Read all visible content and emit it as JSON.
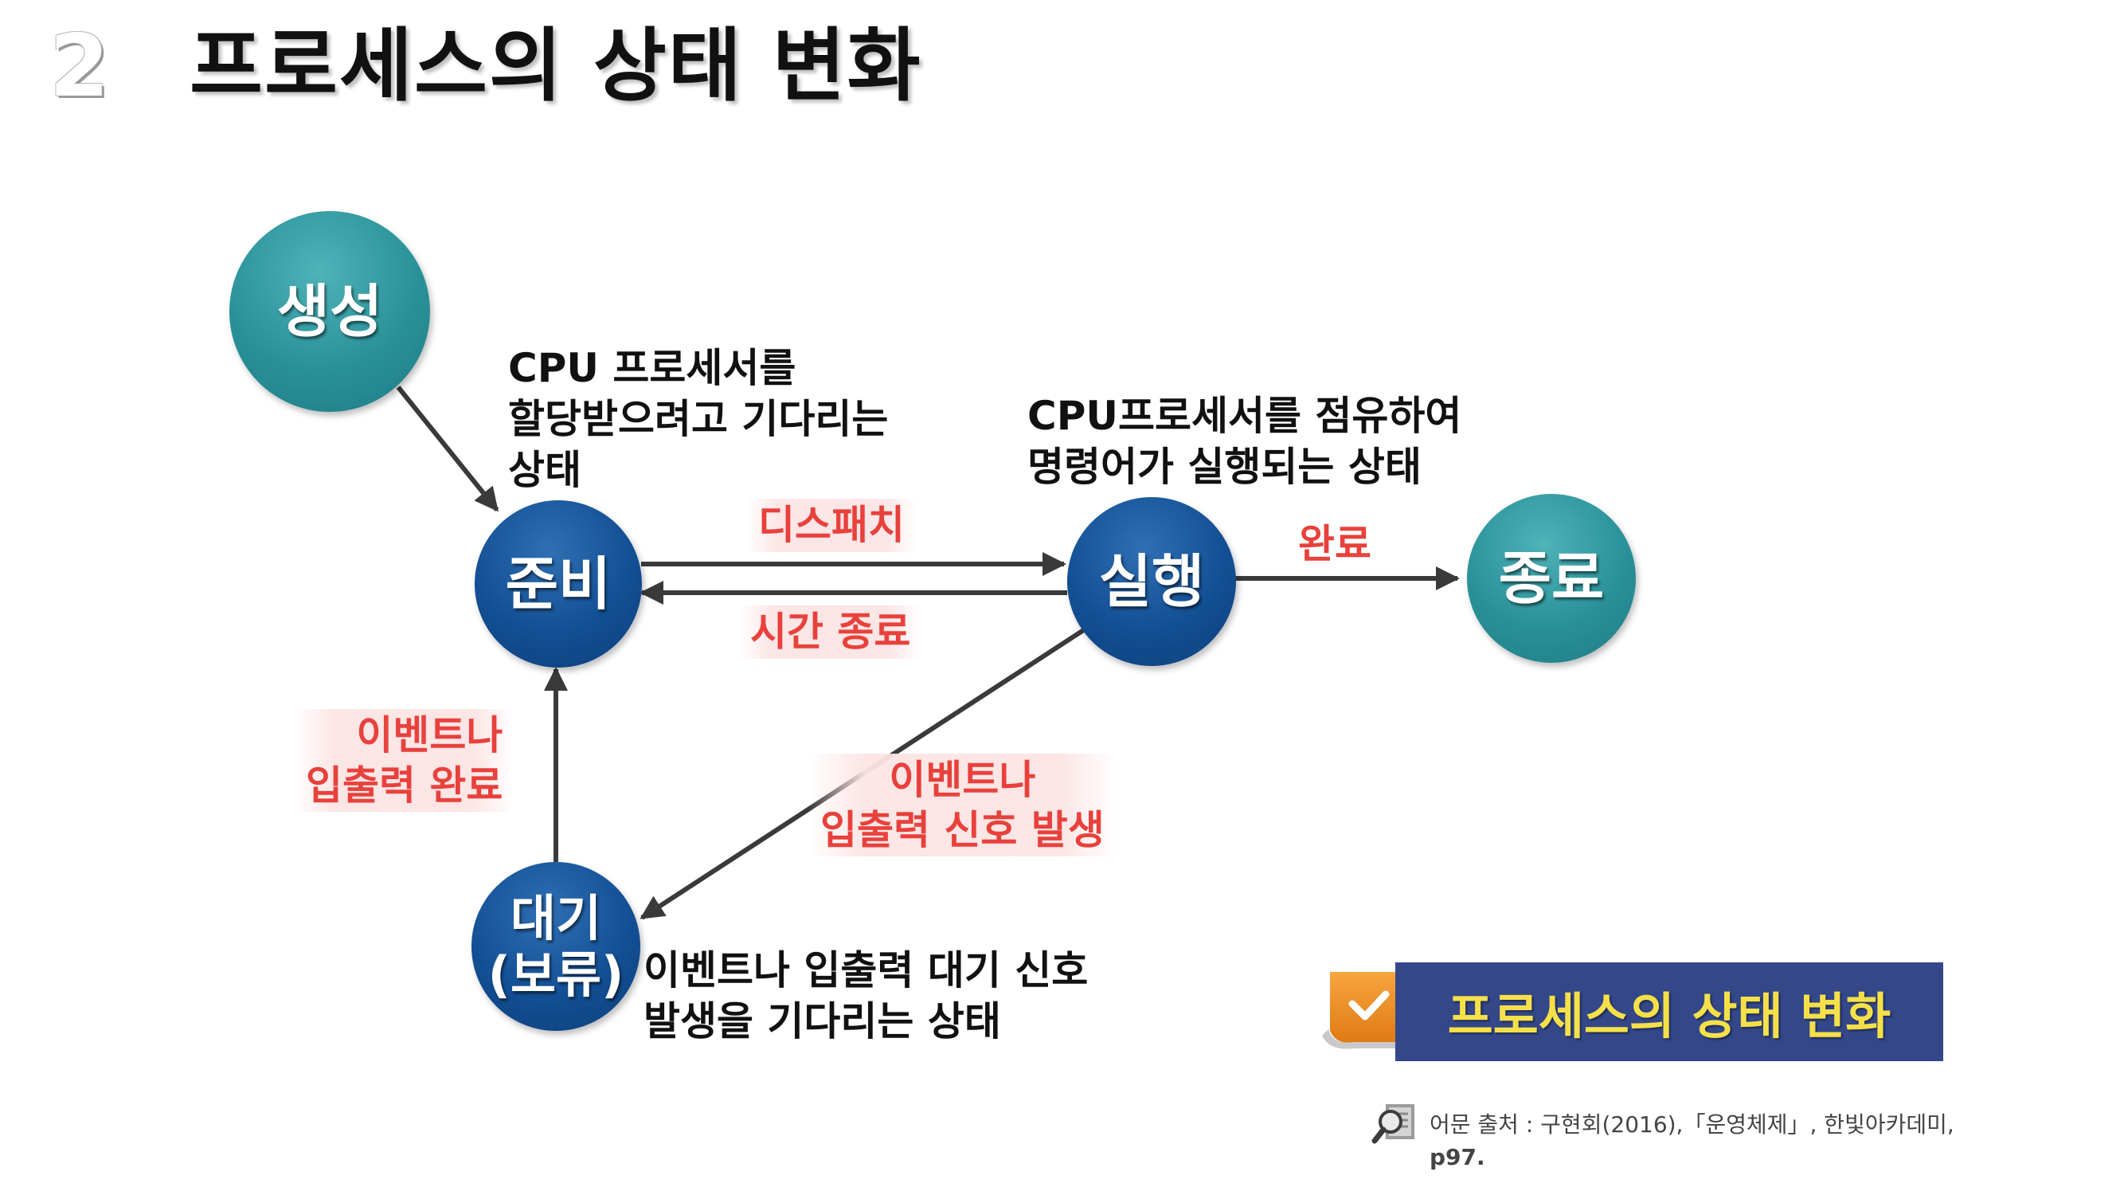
{
  "slide": {
    "number": "2",
    "title": "프로세스의 상태 변화"
  },
  "nodes": {
    "create": "생성",
    "ready": "준비",
    "running": "실행",
    "terminated": "종료",
    "waiting_line1": "대기",
    "waiting_line2": "(보류)"
  },
  "descriptions": {
    "ready": [
      "CPU 프로세서를",
      "할당받으려고 기다리는",
      "상태"
    ],
    "running": [
      "CPU프로세서를 점유하여",
      "명령어가 실행되는 상태"
    ],
    "waiting": [
      "이벤트나 입출력 대기 신호",
      "발생을 기다리는 상태"
    ]
  },
  "transitions": {
    "dispatch": "디스패치",
    "timeout": "시간 종료",
    "complete": "완료",
    "io_done": [
      "이벤트나",
      "입출력 완료"
    ],
    "io_wait": [
      "이벤트나",
      "입출력 신호 발생"
    ]
  },
  "banner": {
    "label": "프로세스의 상태 변화",
    "icon": "checkmark-icon"
  },
  "source": {
    "icon": "magnifier-icon",
    "line1": "어문 출처 : 구현회(2016),「운영체제」, 한빛아카데미,",
    "line2": "p97."
  },
  "colors": {
    "teal_node": "#2a9199",
    "blue_node": "#134f94",
    "label_red": "#e8413c",
    "banner_bg": "#334789",
    "banner_text": "#f5e04a",
    "arrow": "#3a3a3a"
  }
}
